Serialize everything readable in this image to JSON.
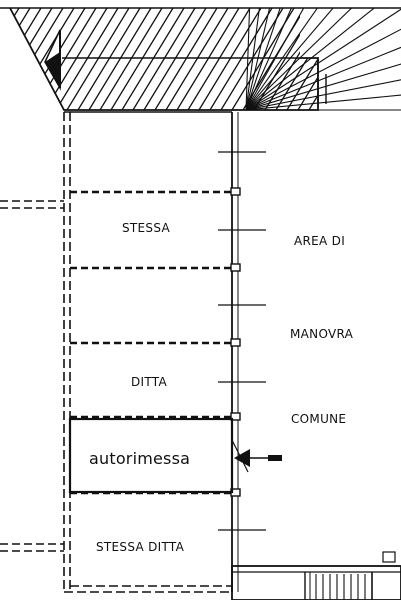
{
  "plan": {
    "room_labels": {
      "upper": "STESSA",
      "middle": "DITTA",
      "garage": "autorimessa",
      "lower": "STESSA DITTA"
    },
    "area_labels": {
      "line1": "AREA DI",
      "line2": "MANOVRA",
      "line3": "COMUNE"
    },
    "icons": {
      "north_arrow": "north-arrow-icon",
      "entry_arrow": "entry-arrow-icon",
      "staircase": "staircase-icon"
    },
    "colors": {
      "ink": "#111111",
      "paper": "#ffffff"
    }
  }
}
